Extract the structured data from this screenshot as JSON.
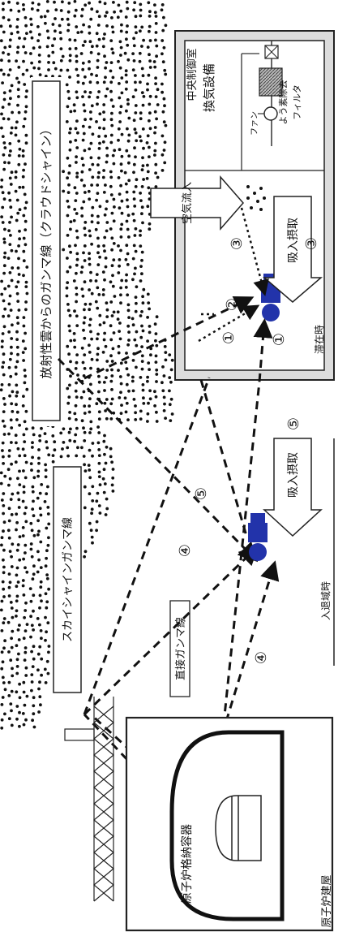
{
  "labels": {
    "reactor_building": "原子炉建屋",
    "containment_vessel": "原子炉格納容器",
    "skyshine": "スカイシャインガンマ線",
    "direct_gamma": "直接ガンマ線",
    "cloud_shine": "放射性雲からのガンマ線（クラウドシャイン）",
    "central_control_room": "中央制御室",
    "ventilation": "換気設備",
    "iodine_filter_1": "よう素除去",
    "iodine_filter_2": "フィルタ",
    "fan": "ファン",
    "air_inflow": "空気流入",
    "inhalation": "吸入摂取",
    "inhalation_outdoor": "吸入摂取",
    "staying": "滞在時",
    "entering_exiting": "入退域時"
  },
  "markers": {
    "m1a": "①",
    "m1b": "①",
    "m2": "②",
    "m3a": "③",
    "m3b": "③",
    "m4a": "④",
    "m4b": "④",
    "m5a": "⑤",
    "m5b": "⑤"
  },
  "colors": {
    "person": "#2233aa",
    "line": "#111111",
    "filter_hatch": "#666666"
  }
}
